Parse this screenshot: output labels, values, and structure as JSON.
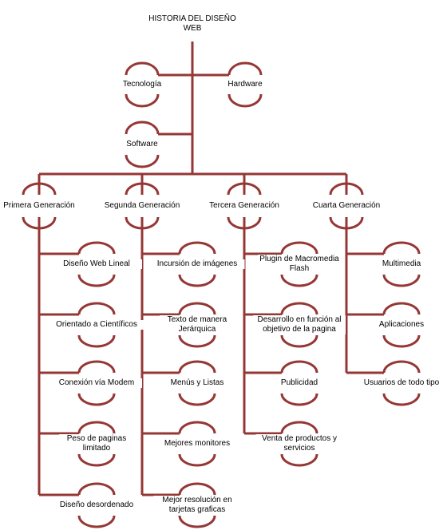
{
  "colors": {
    "line": "#953735",
    "text": "#000000"
  },
  "root": {
    "label": "HISTORIA DEL DISEÑO WEB"
  },
  "top": {
    "tecnologia": "Tecnología",
    "hardware": "Hardware",
    "software": "Software"
  },
  "generations": [
    {
      "label": "Primera Generación",
      "items": [
        "Diseño Web Lineal",
        "Orientado a Científicos",
        "Conexión vía Modem",
        "Peso de paginas limitado",
        "Diseño desordenado"
      ]
    },
    {
      "label": "Segunda Generación",
      "items": [
        "Incursión de imágenes",
        "Texto de manera Jerárquica",
        "Menús y Listas",
        "Mejores monitores",
        "Mejor resolución en tarjetas graficas"
      ]
    },
    {
      "label": "Tercera Generación",
      "items": [
        "Plugin de Macromedia Flash",
        "Desarrollo en función al objetivo de la pagina",
        "Publicidad",
        "Venta de productos y servicios"
      ]
    },
    {
      "label": "Cuarta Generación",
      "items": [
        "Multimedia",
        "Aplicaciones",
        "Usuarios de todo tipo"
      ]
    }
  ]
}
